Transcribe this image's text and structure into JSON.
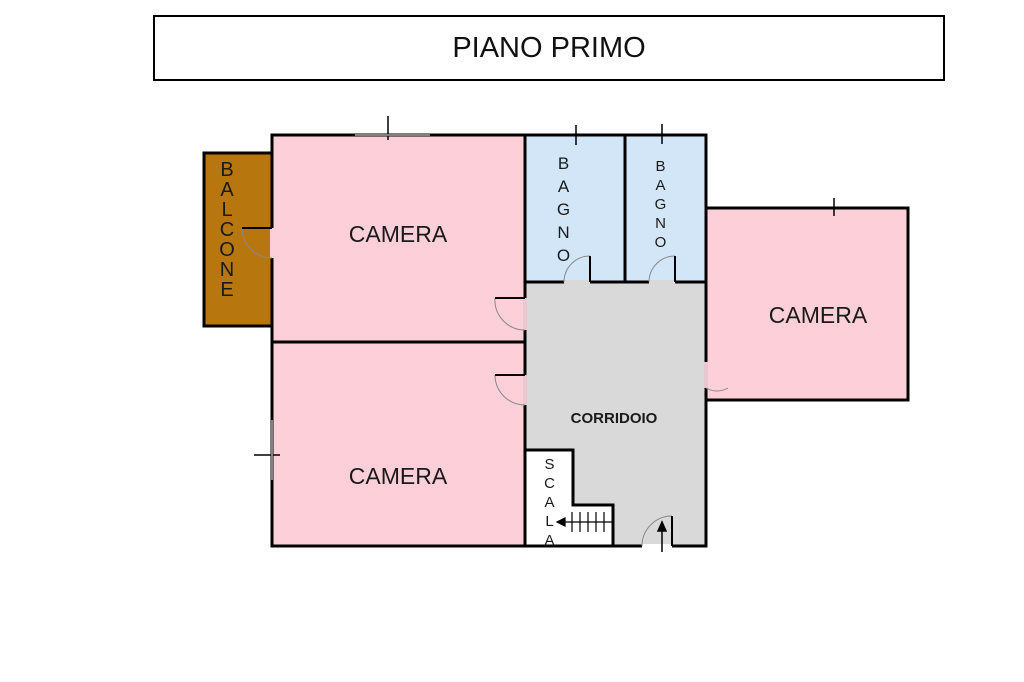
{
  "title": "PIANO PRIMO",
  "rooms": {
    "balcone": "BALCONE",
    "camera_top_left": "CAMERA",
    "camera_bottom_left": "CAMERA",
    "camera_right": "CAMERA",
    "bagno_1": "BAGNO",
    "bagno_2": "BAGNO",
    "corridoio": "CORRIDOIO",
    "scala": "SCALA"
  },
  "colors": {
    "camera": "#fccfd9",
    "bagno": "#d3e6f8",
    "corridoio": "#d9d9d9",
    "balcone": "#b8760f",
    "scala": "#ffffff"
  }
}
